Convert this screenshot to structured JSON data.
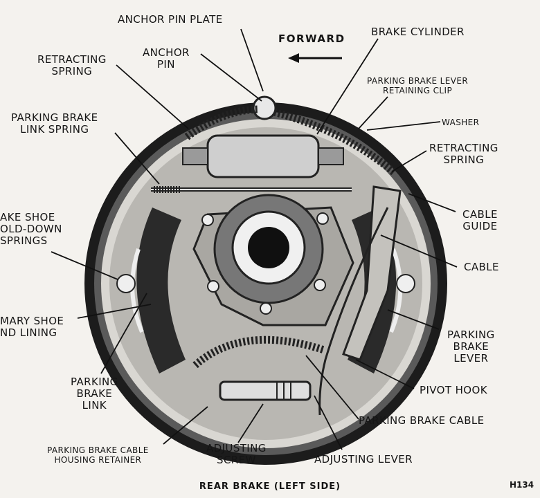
{
  "labels": {
    "anchor_pin_plate": "ANCHOR PIN PLATE",
    "forward": "FORWARD",
    "brake_cylinder": "BRAKE CYLINDER",
    "retracting_spring_left": "RETRACTING\nSPRING",
    "anchor_pin": "ANCHOR\nPIN",
    "parking_brake_lever_clip": "PARKING BRAKE LEVER\nRETAINING CLIP",
    "washer": "WASHER",
    "parking_brake_link_spring": "PARKING BRAKE\nLINK SPRING",
    "retracting_spring_right": "RETRACTING\nSPRING",
    "cable_guide": "CABLE\nGUIDE",
    "hold_down_springs": "AKE SHOE\nOLD-DOWN\nSPRINGS",
    "cable": "CABLE",
    "primary_shoe": "MARY SHOE\nND LINING",
    "parking_brake_lever": "PARKING\nBRAKE\nLEVER",
    "parking_brake_link": "PARKING\nBRAKE\nLINK",
    "pivot_hook": "PIVOT HOOK",
    "parking_brake_cable": "PARKING BRAKE CABLE",
    "cable_housing_retainer": "PARKING BRAKE CABLE\nHOUSING RETAINER",
    "adjusting_screw": "ADJUSTING\nSCREW",
    "adjusting_lever": "ADJUSTING LEVER"
  },
  "caption": "REAR BRAKE (LEFT SIDE)",
  "figure_code": "H134"
}
